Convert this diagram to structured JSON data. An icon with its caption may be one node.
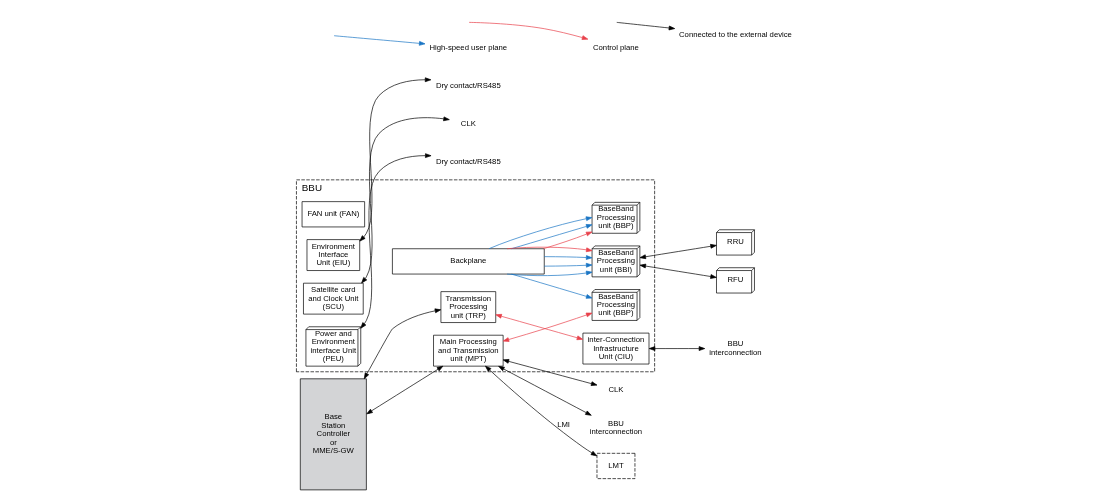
{
  "diagram": {
    "nodes": [
      {
        "text": [
          "BBU"
        ]
      },
      {
        "text": [
          "BaseBand Processing unit (BBP)"
        ],
        "in": 0
      },
      {
        "text": [
          "BaseBand Processing unit (BBP)"
        ],
        "in": 0
      },
      {
        "text": [
          "BaseBand Processing unit (BBI)"
        ],
        "in": 0
      },
      {
        "text": [
          "Backplane"
        ],
        "in": 0
      },
      {
        "text": [
          "FAN unit (FAN)"
        ],
        "in": 0
      },
      {
        "text": [
          "Power and Environment interface Unit (PEU)"
        ],
        "in": 0
      },
      {
        "text": [
          "Transmission Processing unit (TRP)"
        ],
        "in": 0
      },
      {
        "text": [
          "inter-Connection Infrastructure Unit (CIU)"
        ],
        "in": 0
      },
      {
        "text": [
          "Environment Interface Unit (EIU)"
        ],
        "in": 0
      },
      {
        "text": [
          "Main Processing and Transmission unit (MPT)"
        ],
        "in": 0
      },
      {
        "text": [
          "Satellite card and Clock Unit (SCU)"
        ],
        "in": 0
      },
      {
        "text": [
          "RRU"
        ]
      },
      {
        "text": [
          "RFU"
        ]
      },
      {
        "text": [
          "Base Station Controller or MME/S-GW"
        ]
      },
      {
        "text": [
          "LMT"
        ]
      },
      {
        "text": [
          "Dry contact/RS485"
        ]
      },
      {
        "text": [
          "Dry contact/RS485"
        ]
      },
      {
        "text": [
          "CLK"
        ]
      },
      {
        "text": [
          "BBU interconnection"
        ]
      },
      {
        "text": [
          "BBU interconnection"
        ]
      },
      {
        "text": [
          "CLK"
        ]
      }
    ],
    "edges": [
      {
        "from": 4,
        "to": 1,
        "arrow": "to",
        "color": "#e8414b"
      },
      {
        "from": 4,
        "to": 1,
        "arrow": "to",
        "color": "#1a75c4"
      },
      {
        "from": 4,
        "to": 1,
        "arrow": "to",
        "color": "#1a75c4"
      },
      {
        "from": 4,
        "to": 2,
        "arrow": "to",
        "color": "#1a75c4"
      },
      {
        "from": 4,
        "to": 3,
        "arrow": "to",
        "color": "#1a75c4"
      },
      {
        "from": 4,
        "to": 3,
        "arrow": "to",
        "color": "#1a75c4"
      },
      {
        "from": 4,
        "to": 3,
        "arrow": "to",
        "color": "#1a75c4"
      },
      {
        "from": 4,
        "to": 3,
        "arrow": "to",
        "color": "#e8414b"
      },
      {
        "from": 10,
        "to": 2,
        "arrow": "both",
        "color": "#e8414b"
      },
      {
        "from": 7,
        "to": 8,
        "arrow": "both",
        "color": "#e8414b"
      },
      {
        "from": 3,
        "to": 12,
        "arrow": "both"
      },
      {
        "from": 3,
        "to": 13,
        "arrow": "both"
      },
      {
        "from": 6,
        "to": 16,
        "arrow": "both"
      },
      {
        "from": 9,
        "to": 17,
        "arrow": "both"
      },
      {
        "from": 14,
        "to": 7,
        "arrow": "both"
      },
      {
        "from": 14,
        "to": 10,
        "arrow": "both"
      },
      {
        "from": 10,
        "to": 15,
        "arrow": "both",
        "label": "LMI"
      },
      {
        "from": 10,
        "to": 18,
        "arrow": "both"
      },
      {
        "from": 10,
        "to": 19,
        "arrow": "both"
      },
      {
        "from": 8,
        "to": 20,
        "arrow": "both"
      },
      {
        "from": 11,
        "to": 21,
        "arrow": "both"
      }
    ],
    "legend": [
      {
        "text": "High-speed user plane"
      },
      {
        "text": "Control plane"
      },
      {
        "text": "Connected to the external device"
      }
    ]
  }
}
